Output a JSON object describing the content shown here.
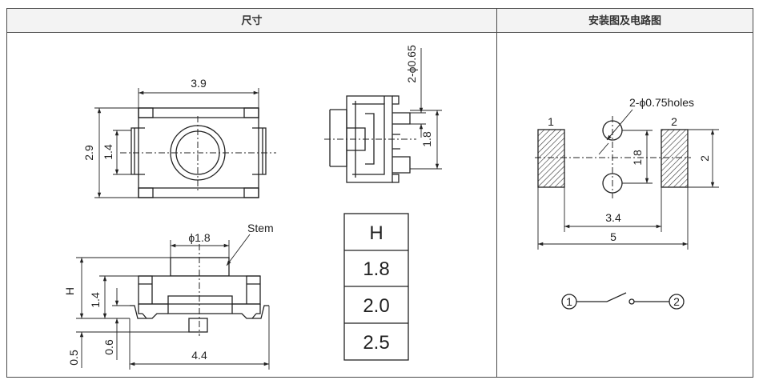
{
  "headers": {
    "left": "尺寸",
    "right": "安装图及电路图"
  },
  "top_view": {
    "width": "3.9",
    "height": "2.9",
    "inner_height": "1.4"
  },
  "side_view": {
    "hole_dia": "2-ϕ0.65",
    "pitch": "1.8"
  },
  "front_view": {
    "stem_dia": "ϕ1.8",
    "stem_label": "Stem",
    "h_label": "H",
    "body_height": "1.4",
    "base_height": "0.6",
    "terminal_height": "0.5",
    "width": "4.4"
  },
  "height_table": {
    "header": "H",
    "values": [
      "1.8",
      "2.0",
      "2.5"
    ]
  },
  "footprint": {
    "holes": "2-ϕ0.75holes",
    "pad1": "1",
    "pad2": "2",
    "hole_pitch": "1.8",
    "pad_height": "2",
    "inner_span": "3.4",
    "outer_span": "5"
  },
  "circuit": {
    "node1": "1",
    "node2": "2"
  }
}
